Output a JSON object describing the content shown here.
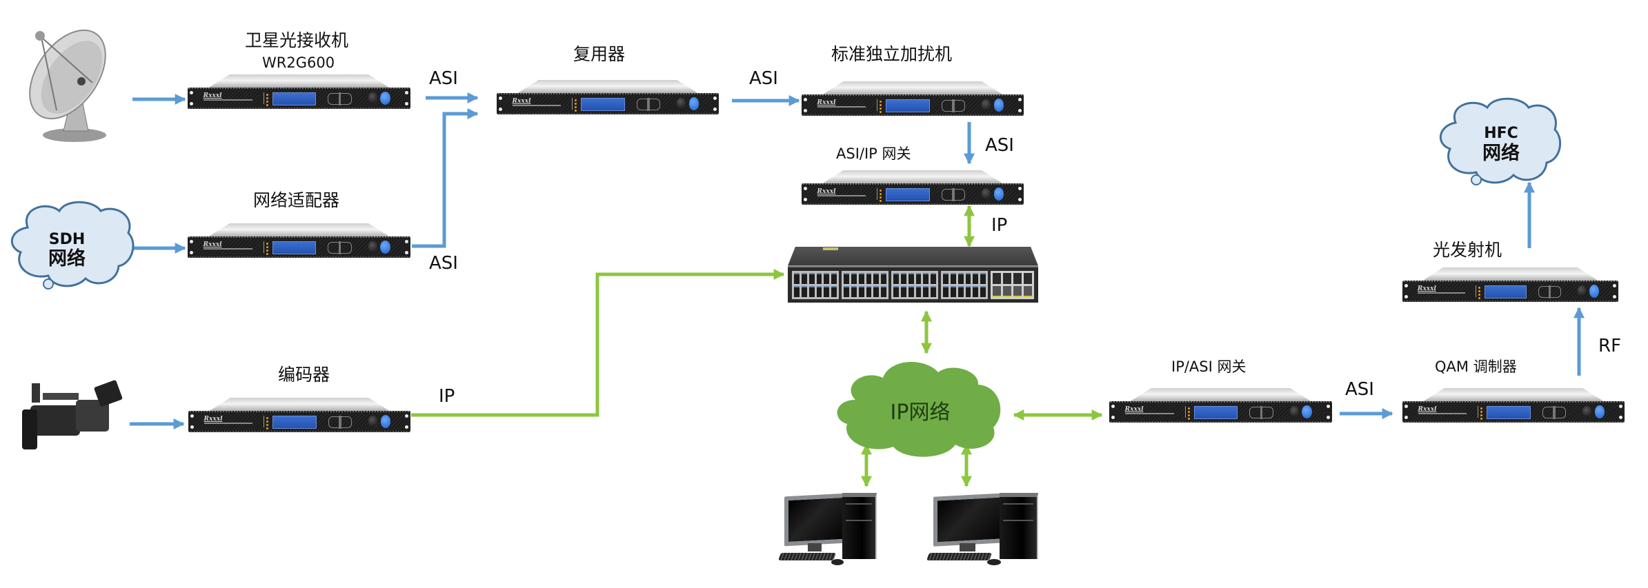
{
  "colors": {
    "asi_arrow": "#5b9bd5",
    "ip_arrow": "#8cc63f",
    "ip_cloud_fill": "#70ad47",
    "network_cloud_fill": "#dde8f5",
    "network_cloud_stroke": "#41719c"
  },
  "sources": {
    "satellite_dish": "satellite-dish",
    "sdh_cloud": {
      "line1": "SDH",
      "line2": "网络"
    },
    "camera": "video-camera"
  },
  "devices": {
    "satellite_receiver": {
      "label": "卫星光接收机",
      "model": "WR2G600"
    },
    "network_adapter": {
      "label": "网络适配器"
    },
    "encoder": {
      "label": "编码器"
    },
    "multiplexer": {
      "label": "复用器"
    },
    "scrambler": {
      "label": "标准独立加扰机"
    },
    "asi_ip_gateway": {
      "label": "ASI/IP 网关"
    },
    "ip_asi_gateway": {
      "label": "IP/ASI 网关"
    },
    "qam_modulator": {
      "label": "QAM 调制器"
    },
    "optical_transmitter": {
      "label": "光发射机"
    }
  },
  "networks": {
    "ip_cloud": {
      "label": "IP网络"
    },
    "hfc_cloud": {
      "line1": "HFC",
      "line2": "网络"
    }
  },
  "links": {
    "receiver_to_mux": "ASI",
    "adapter_to_mux": "ASI",
    "mux_to_scrambler": "ASI",
    "scrambler_to_gateway": "ASI",
    "gateway_to_switch": "IP",
    "encoder_to_switch": "IP",
    "gateway_to_qam": "ASI",
    "qam_to_transmitter": "RF"
  }
}
